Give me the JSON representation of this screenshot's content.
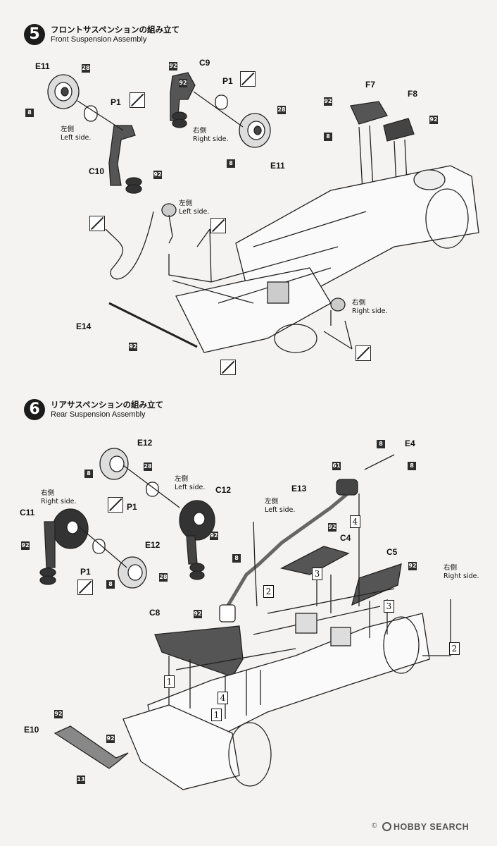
{
  "step5": {
    "number": "5",
    "title_ja": "フロントサスペンションの組み立て",
    "title_en": "Front Suspension Assembly",
    "parts": [
      "E11",
      "C9",
      "P1",
      "F7",
      "F8",
      "C10",
      "E11",
      "P1",
      "E14"
    ],
    "chips": [
      "28",
      "8",
      "92",
      "92",
      "28",
      "8",
      "92",
      "92",
      "8",
      "92",
      "92"
    ],
    "side_left_ja": "左側",
    "side_left_en": "Left side.",
    "side_right_ja": "右側",
    "side_right_en": "Right side.",
    "arm_left_ja": "左側",
    "arm_left_en": "Left side.",
    "arm_right_ja": "右側",
    "arm_right_en": "Right side."
  },
  "step6": {
    "number": "6",
    "title_ja": "リアサスペンションの組み立て",
    "title_en": "Rear Suspension Assembly",
    "parts": [
      "E12",
      "C12",
      "C11",
      "E12",
      "P1",
      "P1",
      "E13",
      "E4",
      "C4",
      "C5",
      "C8",
      "E10"
    ],
    "chips": [
      "28",
      "8",
      "92",
      "92",
      "28",
      "8",
      "8",
      "8",
      "61",
      "8",
      "92",
      "92",
      "92",
      "92",
      "92",
      "13"
    ],
    "callouts": [
      "4",
      "3",
      "2",
      "3",
      "2",
      "1",
      "4",
      "1"
    ],
    "left_ja": "左側",
    "left_en": "Left side.",
    "right_ja": "右側",
    "right_en": "Right side.",
    "left2_ja": "左側",
    "left2_en": "Left side.",
    "right2_ja": "右側",
    "right2_en": "Right side."
  },
  "watermark": {
    "copyright": "©",
    "brand": "HOBBY SEARCH"
  },
  "colors": {
    "ink": "#111111",
    "paper": "#f4f3f1",
    "chip": "#2c2c2c"
  }
}
